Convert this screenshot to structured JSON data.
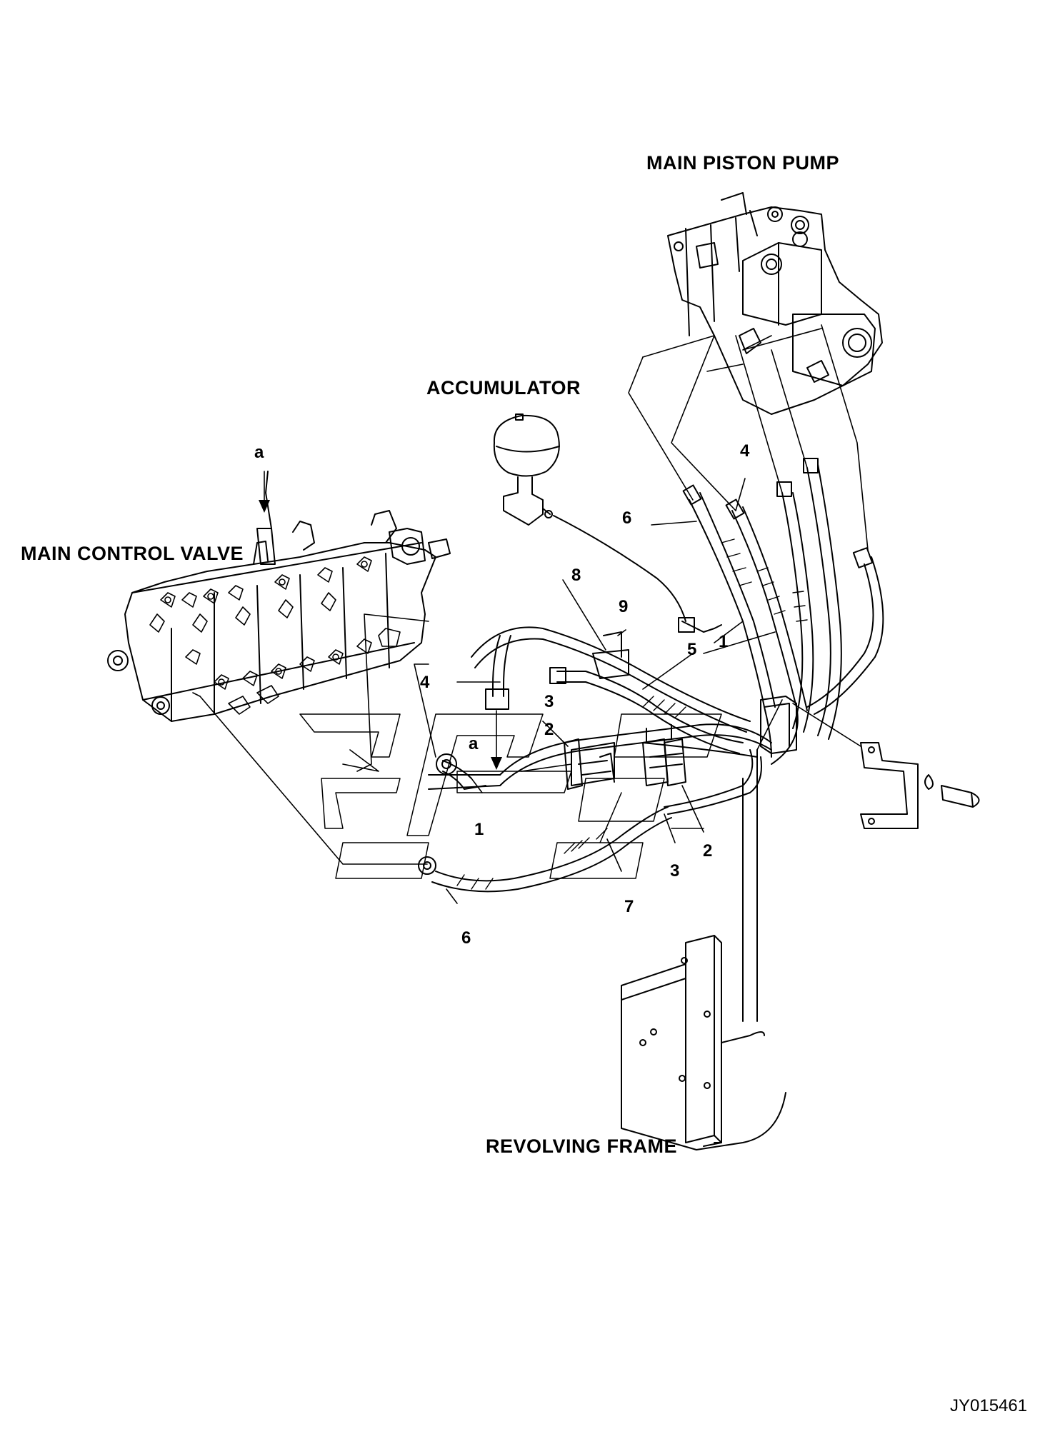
{
  "labels": {
    "main_piston_pump": "MAIN PISTON PUMP",
    "accumulator": "ACCUMULATOR",
    "main_control_valve": "MAIN CONTROL VALVE",
    "revolving_frame": "REVOLVING FRAME",
    "view_marker": "a",
    "view_marker_2": "a"
  },
  "callouts": [
    "1",
    "1",
    "2",
    "2",
    "3",
    "3",
    "4",
    "4",
    "5",
    "6",
    "6",
    "7",
    "8",
    "9"
  ],
  "drawing_id": "JY015461"
}
